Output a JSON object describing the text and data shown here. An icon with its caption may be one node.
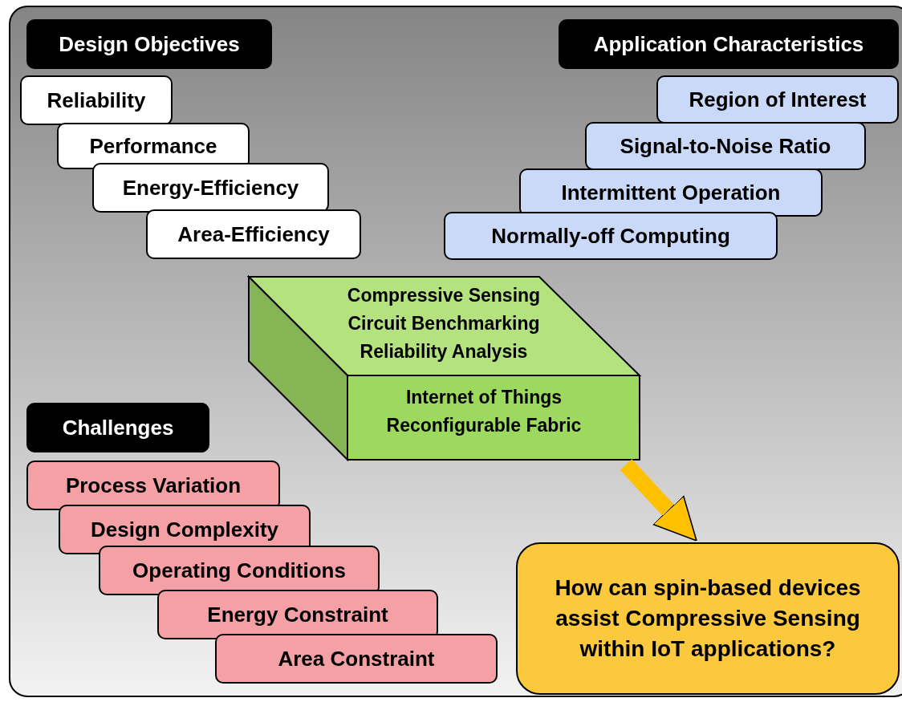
{
  "diagram": {
    "nodes": [
      {
        "text": [
          "Design Objectives"
        ]
      },
      {
        "text": [
          "Reliability"
        ]
      },
      {
        "text": [
          "Performance"
        ]
      },
      {
        "text": [
          "Energy-Efficiency"
        ]
      },
      {
        "text": [
          "Area-Efficiency"
        ]
      },
      {
        "text": [
          "Application Characteristics"
        ]
      },
      {
        "text": [
          "Region of Interest"
        ]
      },
      {
        "text": [
          "Signal-to-Noise Ratio"
        ]
      },
      {
        "text": [
          "Intermittent Operation"
        ]
      },
      {
        "text": [
          "Normally-off Computing"
        ]
      },
      {
        "text": [
          "Compressive Sensing Circuit Benchmarking Reliability Analysis",
          "Internet of Things Reconfigurable Fabric"
        ]
      },
      {
        "text": [
          "Challenges"
        ]
      },
      {
        "text": [
          "Process Variation"
        ]
      },
      {
        "text": [
          "Design Complexity"
        ]
      },
      {
        "text": [
          "Operating Conditions"
        ]
      },
      {
        "text": [
          "Energy Constraint"
        ]
      },
      {
        "text": [
          "Area Constraint"
        ]
      },
      {
        "text": [
          "How can spin-based devices assist Compressive Sensing within IoT applications?"
        ]
      }
    ],
    "edges": [
      {
        "from": 10,
        "to": 17,
        "arrow": "to",
        "color": "#ffc000"
      }
    ]
  }
}
